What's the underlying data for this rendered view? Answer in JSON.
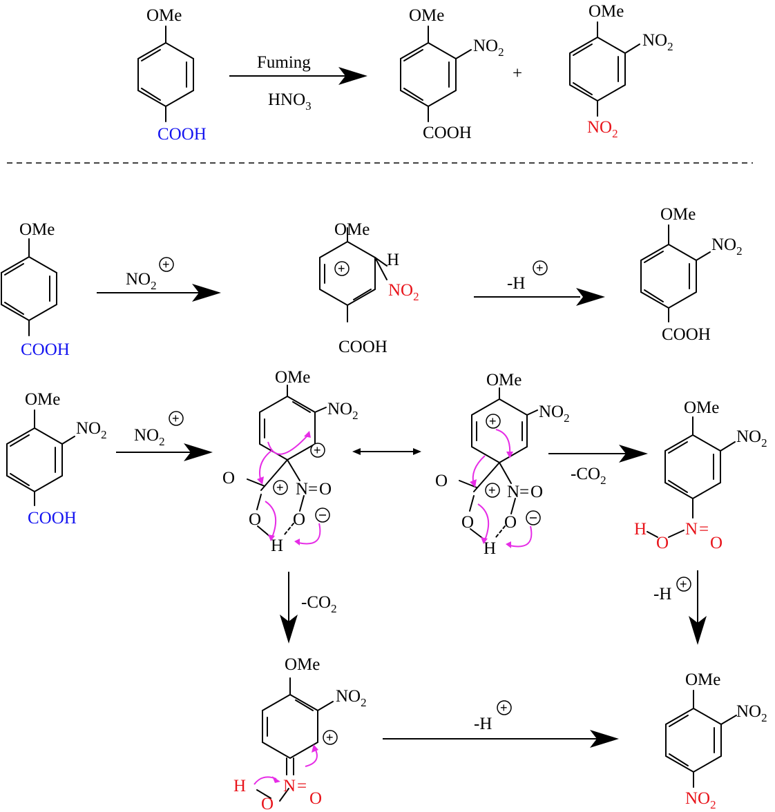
{
  "labels": {
    "ome": "OMe",
    "cooh": "COOH",
    "no2_main": "NO",
    "sub2": "2",
    "h": "H",
    "o": "O",
    "n": "N",
    "eq": "=",
    "plus_sign": "+",
    "fuming": "Fuming",
    "hno3_main": "HNO",
    "sub3": "3",
    "minus_h": "-H",
    "minus_co2_main": "-CO"
  },
  "colors": {
    "nitro_highlight": "#e8141b",
    "carboxyl_highlight": "#1414f0",
    "curly_arrow": "#e62ce6"
  }
}
